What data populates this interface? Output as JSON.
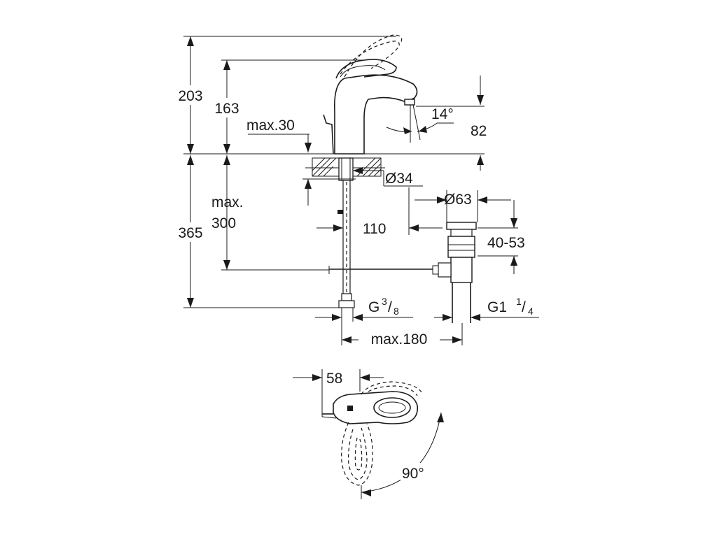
{
  "drawing": {
    "side_view": {
      "height_total": "203",
      "height_spout_top": "163",
      "max_deck_thickness": "max.30",
      "spout_angle": "14°",
      "spout_height": "82",
      "hole_diameter": "Ø34",
      "max_below_deck_label": "max.",
      "max_below_deck_value": "300",
      "total_below": "365",
      "spout_reach": "110",
      "waste_diameter": "Ø63",
      "waste_adjust": "40-53",
      "connection_left_prefix": "G",
      "connection_left_num": "3",
      "connection_left_den": "8",
      "connection_right_prefix": "G1",
      "connection_right_num": "1",
      "connection_right_den": "4",
      "max_offset": "max.180"
    },
    "top_view": {
      "handle_offset": "58",
      "rotation_angle": "90°"
    }
  }
}
